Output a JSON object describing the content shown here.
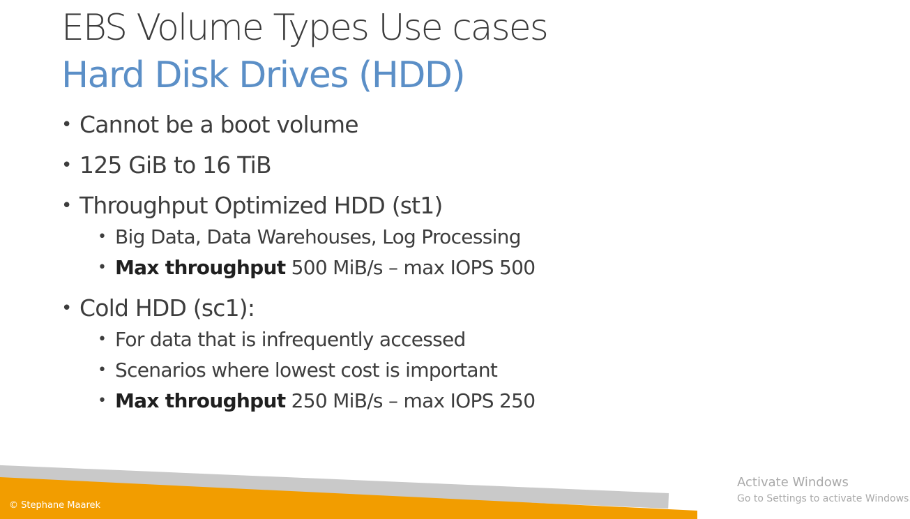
{
  "slide": {
    "title": "EBS Volume Types Use cases",
    "subtitle": "Hard Disk Drives (HDD)",
    "bullets": [
      {
        "level": 1,
        "text": "Cannot be a boot volume"
      },
      {
        "level": 1,
        "text": "125 GiB to 16 TiB"
      },
      {
        "level": 1,
        "text": "Throughput Optimized HDD (st1)"
      },
      {
        "level": 2,
        "text": "Big Data, Data Warehouses, Log Processing"
      },
      {
        "level": 2,
        "bold": "Max throughput",
        "text": " 500 MiB/s – max IOPS 500"
      },
      {
        "level": 1,
        "text": "Cold HDD (sc1):"
      },
      {
        "level": 2,
        "text": "For data that is infrequently accessed"
      },
      {
        "level": 2,
        "text": "Scenarios where lowest cost is important"
      },
      {
        "level": 2,
        "bold": "Max throughput",
        "text": " 250 MiB/s – max IOPS 250"
      }
    ],
    "bullet_glyph": "•",
    "copyright": "© Stephane Maarek",
    "colors": {
      "title": "#3b3b3b",
      "subtitle": "#5b8fc7",
      "accent_orange": "#f29d00",
      "stripe_gray": "#c9c9c9"
    }
  },
  "os_overlay": {
    "activate_title": "Activate Windows",
    "activate_subtitle": "Go to Settings to activate Windows."
  }
}
